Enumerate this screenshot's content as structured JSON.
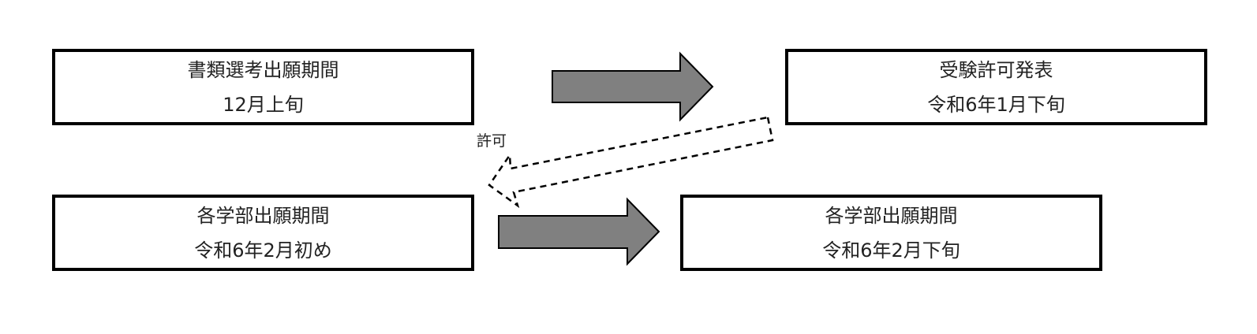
{
  "boxes": {
    "document_screening": {
      "title": "書類選考出願期間",
      "date": "12月上旬"
    },
    "permit_announcement": {
      "title": "受験許可発表",
      "date": "令和6年1月下旬"
    },
    "department_application_early": {
      "title": "各学部出願期間",
      "date": "令和6年2月初め"
    },
    "department_application_late": {
      "title": "各学部出願期間",
      "date": "令和6年2月下旬"
    }
  },
  "arrows": {
    "permit_label": "許可"
  },
  "colors": {
    "arrow_fill": "#808080",
    "border": "#000000"
  }
}
